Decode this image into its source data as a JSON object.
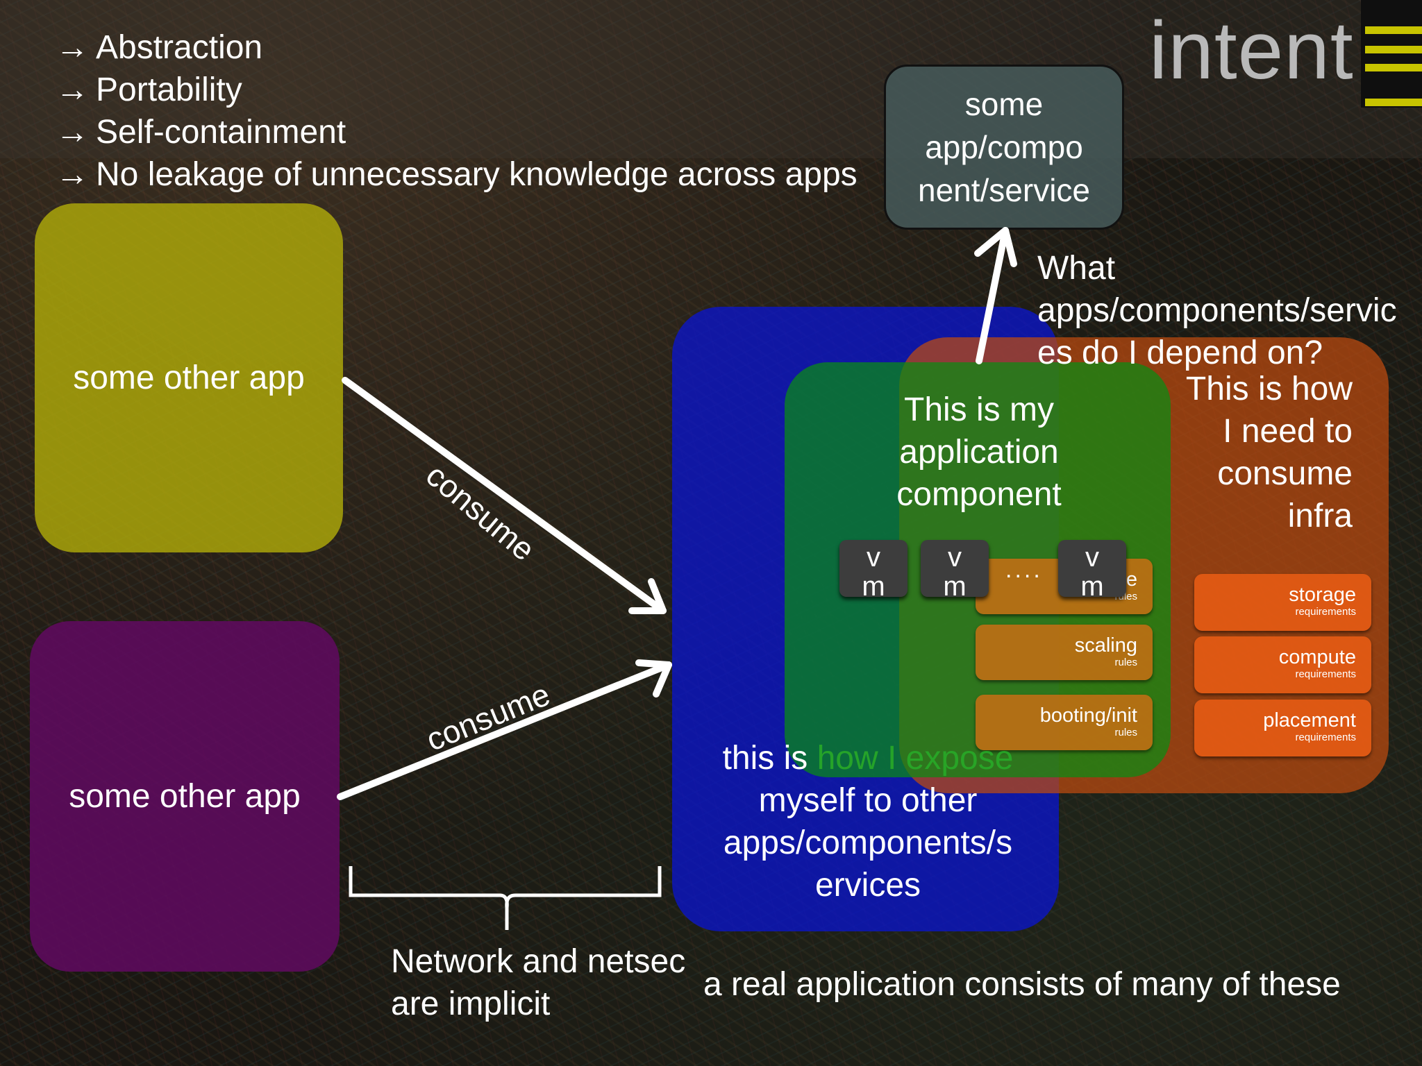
{
  "title": "intent",
  "bullets": [
    "Abstraction",
    "Portability",
    "Self-containment",
    "No leakage of unnecessary knowledge across apps"
  ],
  "bullet_icon": "arrow-right-icon",
  "other_app_1": "some other app",
  "other_app_2": "some other app",
  "consume_1": "consume",
  "consume_2": "consume",
  "service_box": {
    "line1": "some",
    "line2": "app/compo",
    "line3": "nent/service"
  },
  "depend_question": {
    "line1": "What",
    "line2": "apps/components/servic",
    "line3": "es do I depend on?"
  },
  "infra_text": {
    "line1": "This is how",
    "line2": "I need to",
    "line3": "consume",
    "line4": "infra"
  },
  "component_text": {
    "line1": "This is my",
    "line2": "application",
    "line3": "component"
  },
  "vm": {
    "top": "v",
    "bottom": "m"
  },
  "vm_dots": "....",
  "rules": [
    {
      "label": "e",
      "sub": "rules"
    },
    {
      "label": "scaling",
      "sub": "rules"
    },
    {
      "label": "booting/init",
      "sub": "rules"
    }
  ],
  "requirements": [
    {
      "label": "storage",
      "sub": "requirements"
    },
    {
      "label": "compute",
      "sub": "requirements"
    },
    {
      "label": "placement",
      "sub": "requirements"
    }
  ],
  "expose_text": {
    "part1": "this is ",
    "part2": "how I expose",
    "line2": "myself to other",
    "line3": "apps/components/s",
    "line4": "ervices"
  },
  "network_text": {
    "line1": "Network and netsec",
    "line2": "are implicit"
  },
  "real_app_text": "a real application consists of many of these",
  "colors": {
    "other_app_1": "#afaa0a",
    "other_app_2": "#5f0a5f",
    "expose_box": "#0a14d2",
    "component_box": "#0a8c14",
    "infra_box": "#be4b0f",
    "rule": "#c86e14",
    "requirement": "#e15a14",
    "title": "#b9b9b9",
    "accent_stripes": "#c8c400"
  }
}
